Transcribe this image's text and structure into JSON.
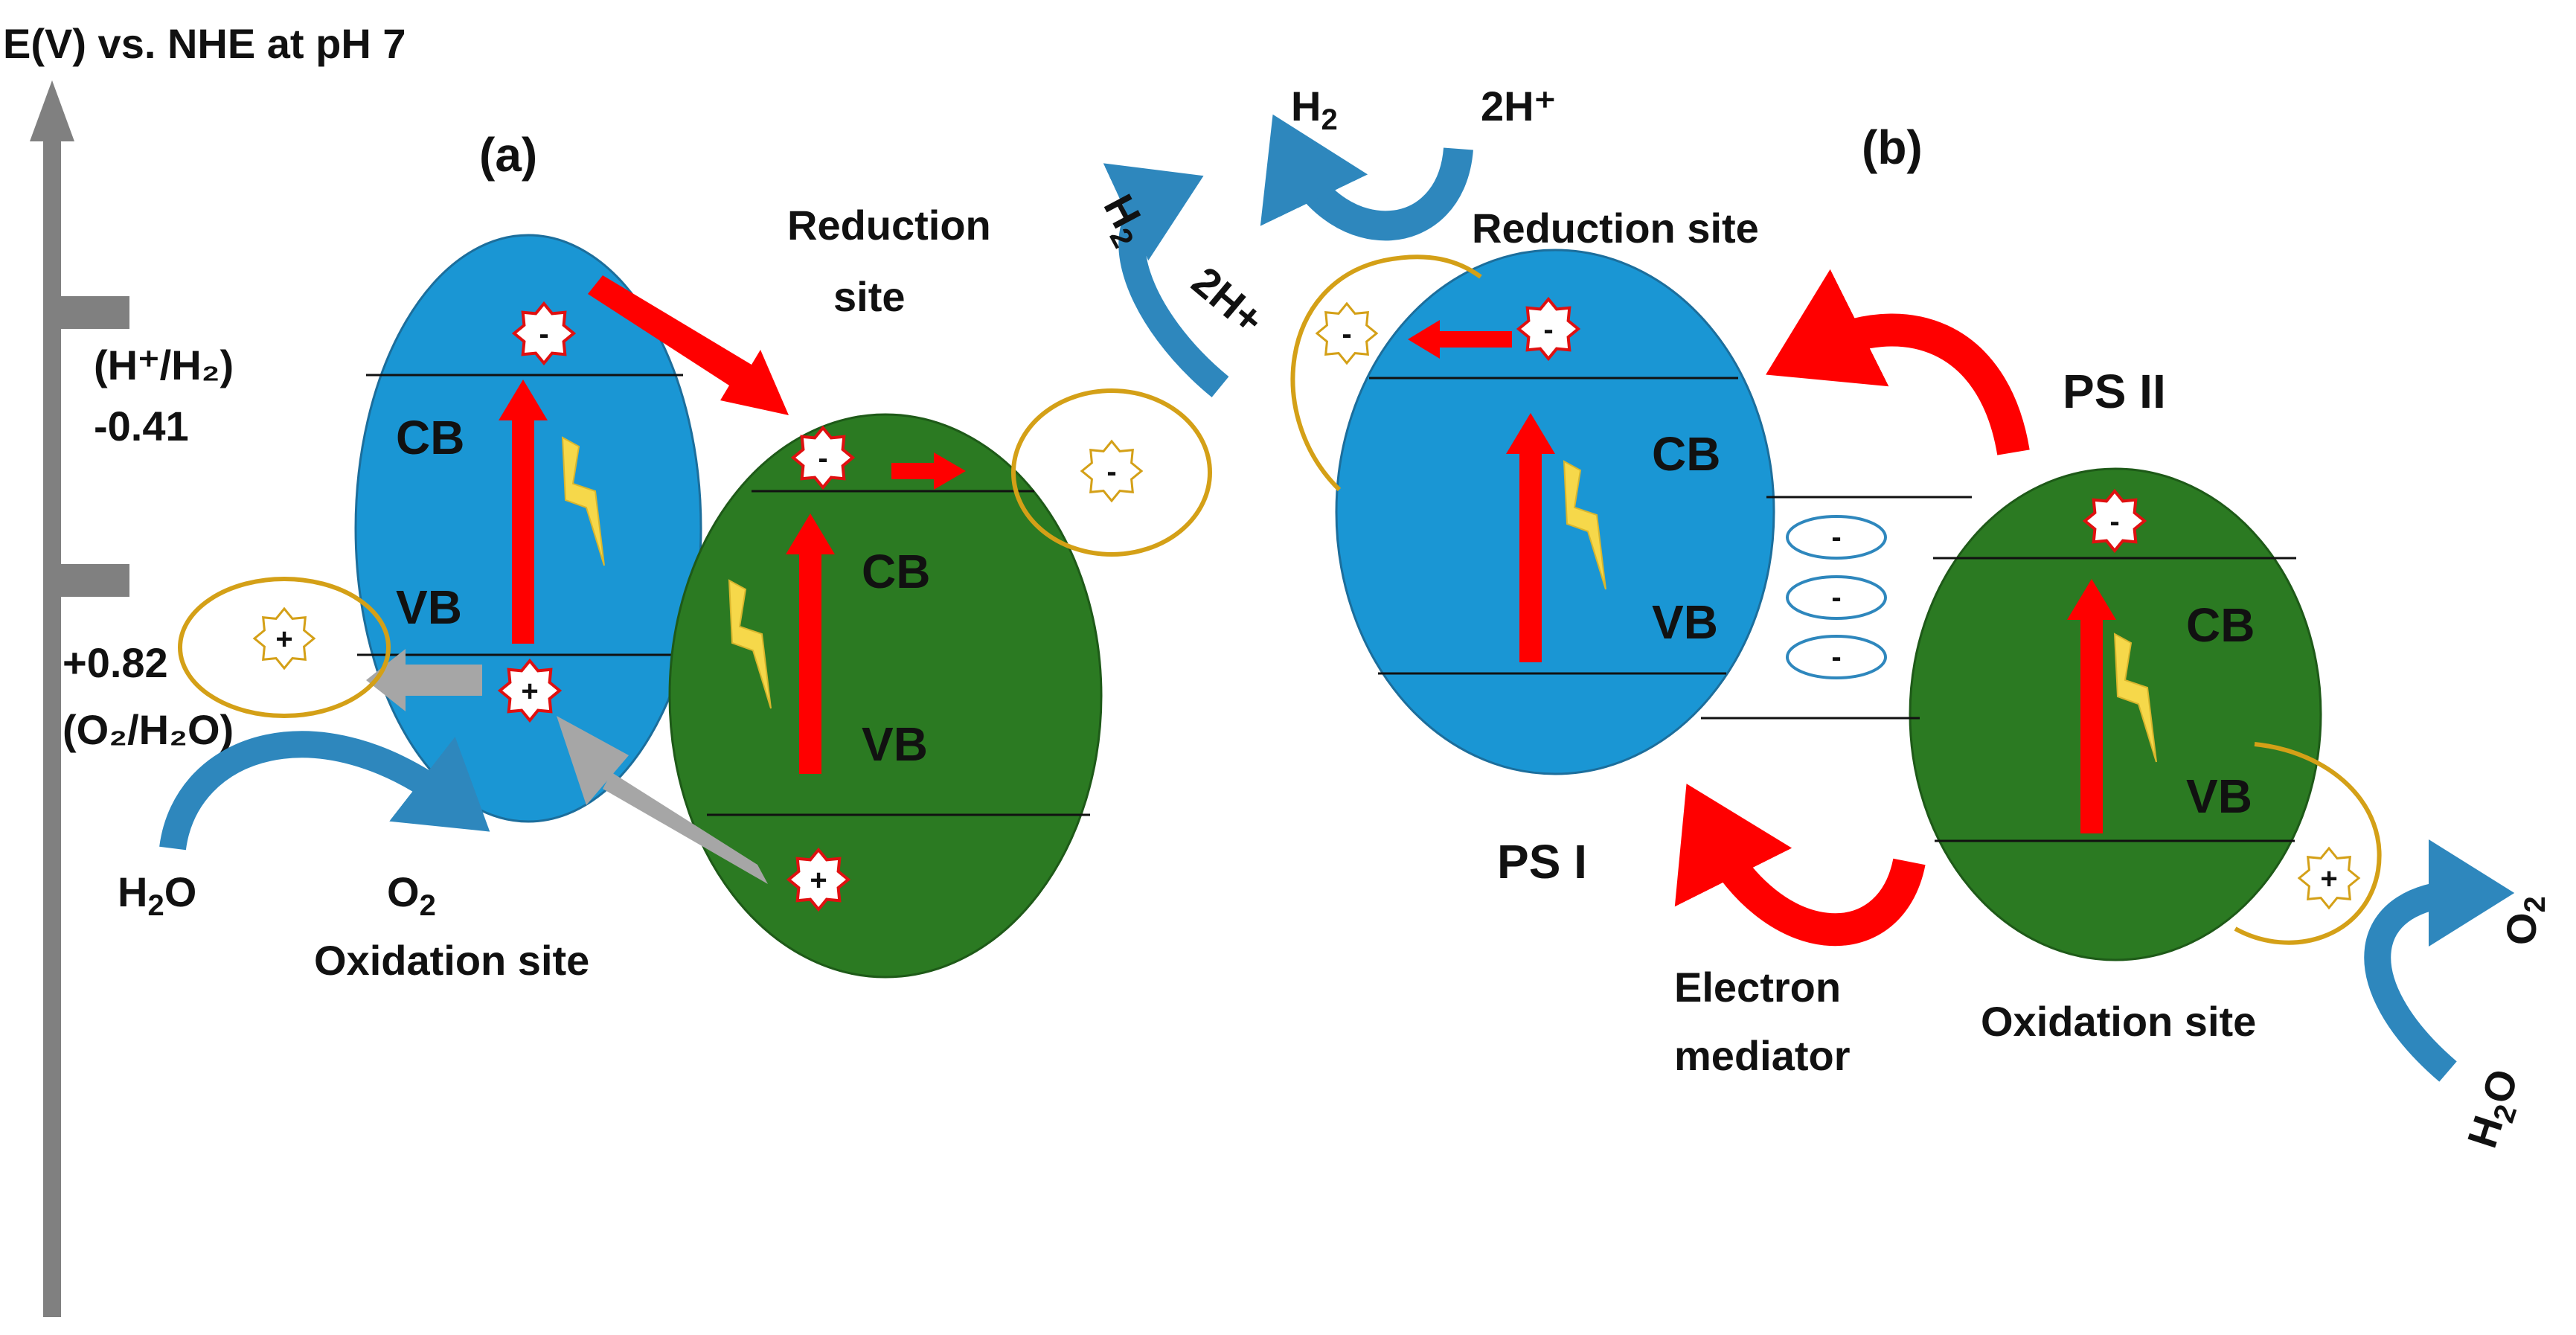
{
  "axis": {
    "title": "E(V) vs. NHE at pH 7",
    "h_level": {
      "species": "(H⁺/H₂)",
      "potential": "-0.41"
    },
    "o_level": {
      "potential": "+0.82",
      "species": "(O₂/H₂O)"
    }
  },
  "panel_a": {
    "label": "(a)",
    "reduction_site": [
      "Reduction",
      "site"
    ],
    "oxidation_site": "Oxidation site",
    "semiconductor_1": {
      "cb": "CB",
      "vb": "VB"
    },
    "semiconductor_2": {
      "cb": "CB",
      "vb": "VB"
    },
    "reactant_red": "2H+",
    "product_red": "H2",
    "reactant_ox": "H2O",
    "product_ox": "O2"
  },
  "panel_b": {
    "label": "(b)",
    "reduction_site": "Reduction site",
    "oxidation_site": "Oxidation site",
    "ps1": {
      "name": "PS I",
      "cb": "CB",
      "vb": "VB"
    },
    "ps2": {
      "name": "PS II",
      "cb": "CB",
      "vb": "VB"
    },
    "mediator": [
      "Electron",
      "mediator"
    ],
    "mediator_sign": "-",
    "reactant_red": "2H⁺",
    "product_red": "H2",
    "reactant_ox": "H2O",
    "product_ox": "O2"
  },
  "charges": {
    "electron": "-",
    "hole": "+"
  },
  "colors": {
    "semiconductor_blue": "#1a96d4",
    "semiconductor_green": "#2b7a22",
    "excitation_arrow": "#ff0000",
    "recombination_arrow": "#a6a6a6",
    "reaction_arrow": "#2e87bd",
    "site_outline": "#d4a017",
    "lightning": "#f6d84a",
    "axis": "#808080"
  },
  "icons": [
    "lightning-icon",
    "electron-star-icon",
    "hole-star-icon"
  ]
}
